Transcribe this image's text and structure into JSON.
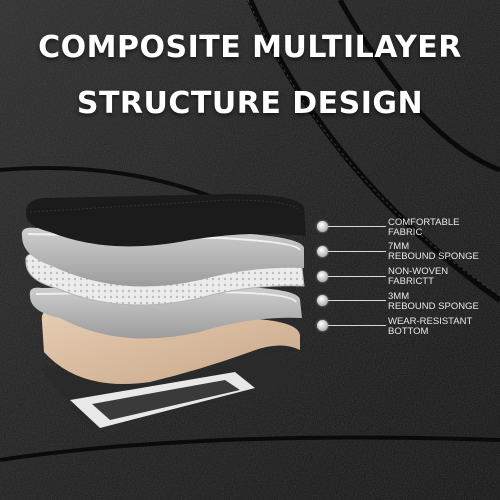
{
  "headline": {
    "line1": "COMPOSITE MULTILAYER",
    "line2": "STRUCTURE DESIGN"
  },
  "layers": [
    {
      "line1": "COMFORTABLE",
      "line2": "FABRIC"
    },
    {
      "line1": "7MM",
      "line2": "REBOUND SPONGE"
    },
    {
      "line1": "NON-WOVEN",
      "line2": "FABRICTT"
    },
    {
      "line1": "3MM",
      "line2": "REBOUND SPONGE"
    },
    {
      "line1": "WEAR-RESISTANT",
      "line2": "BOTTOM"
    }
  ],
  "colors": {
    "leather": "#1a1a1a",
    "sponge": "#c9c9c9",
    "nonwoven": "#e6e6e6",
    "bottom": "#d8bfa5"
  }
}
